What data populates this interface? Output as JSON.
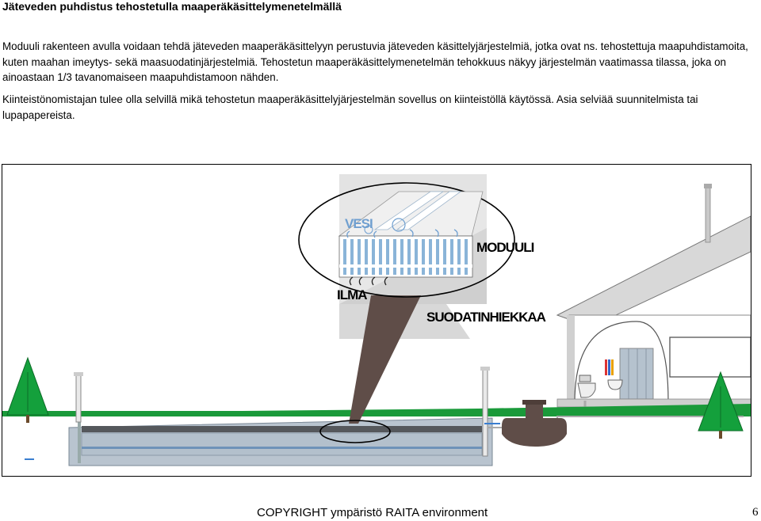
{
  "title": "Jäteveden puhdistus tehostetulla maaperäkäsittelymenetelmällä",
  "paragraph1": "Moduuli rakenteen avulla voidaan tehdä jäteveden maaperäkäsittelyyn perustuvia jäteveden käsittelyjärjestelmiä, jotka ovat ns. tehostettuja maapuhdistamoita, kuten maahan imeytys- sekä maasuodatinjärjestelmiä. Tehostetun maaperäkäsittelymenetelmän tehokkuus näkyy järjestelmän vaatimassa tilassa, joka on ainoastaan 1/3 tavanomaiseen maapuhdistamoon nähden.",
  "paragraph2": "Kiinteistönomistajan tulee olla selvillä mikä tehostetun maaperäkäsittelyjärjestelmän sovellus on kiinteistöllä käytössä. Asia selviää suunnitelmista tai lupapapereista.",
  "figure": {
    "label_vesi": "VESI",
    "label_moduuli": "MODUULI",
    "label_ilma": "ILMA",
    "label_suodatinhiekkaa": "SUODATINHIEKKAA"
  },
  "footer": "COPYRIGHT ympäristö RAITA environment",
  "page_number": "6",
  "colors": {
    "grass": "#1a9a3a",
    "tree": "#14a03c",
    "sand": "#b3c0cc",
    "module_blue": "#8ab4d8",
    "pipe_brown": "#5f4d48",
    "wall_grey": "#d6d6d6",
    "label_blue": "#6f9fd0"
  }
}
